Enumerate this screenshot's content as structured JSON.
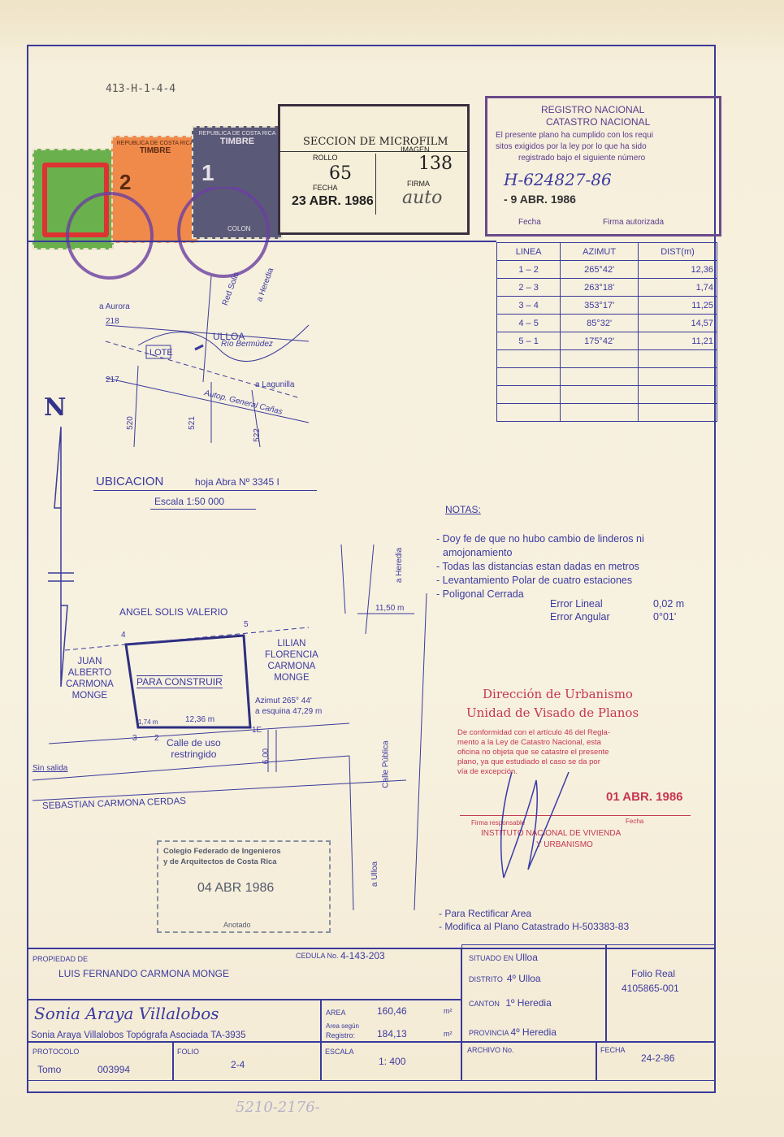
{
  "header_code": "413-H-1-4-4",
  "microfilm": {
    "title": "SECCION DE MICROFILM",
    "rollo_label": "ROLLO",
    "rollo_value": "65",
    "imagen_label": "IMAGEN",
    "imagen_value": "138",
    "fecha_label": "FECHA",
    "fecha_value": "23 ABR. 1986",
    "firma_label": "FIRMA",
    "firma_value": "auto"
  },
  "stamps": {
    "timbre_header": "REPUBLICA DE COSTA RICA",
    "timbre_label": "TIMBRE",
    "timbre_values": [
      "2",
      "1"
    ],
    "colon": "COLON"
  },
  "registro": {
    "title1": "REGISTRO NACIONAL",
    "title2": "CATASTRO NACIONAL",
    "text1": "El presente plano ha cumplido con los requi",
    "text2": "sitos exigidos por la ley por lo que ha sido",
    "text3": "registrado bajo el siguiente número",
    "number": "H-624827-86",
    "date": "- 9 ABR. 1986",
    "fecha_label": "Fecha",
    "firma_label": "Firma autorizada"
  },
  "azimuth_table": {
    "headers": [
      "LINEA",
      "AZIMUT",
      "DIST(m)"
    ],
    "rows": [
      [
        "1 – 2",
        "265°42'",
        "12,36"
      ],
      [
        "2 – 3",
        "263°18'",
        "1,74"
      ],
      [
        "3 – 4",
        "353°17'",
        "11,25"
      ],
      [
        "4 – 5",
        "85°32'",
        "14,57"
      ],
      [
        "5 – 1",
        "175°42'",
        "11,21"
      ],
      [
        "",
        "",
        ""
      ],
      [
        "",
        "",
        ""
      ],
      [
        "",
        "",
        ""
      ],
      [
        "",
        "",
        ""
      ]
    ]
  },
  "location_map": {
    "aurora": "a Aurora",
    "redsolis": "Red Solis",
    "heredia": "a Heredia",
    "ulloa": "ULLOA",
    "lote": "LOTE",
    "rio": "Río Bermúdez",
    "laguna": "a Lagunilla",
    "autop": "Autop. General Cañas",
    "n218": "218",
    "n217": "217",
    "n520": "520",
    "n521": "521",
    "n522": "522"
  },
  "north": "N",
  "ubicacion": {
    "label": "UBICACION",
    "hoja": "hoja Abra Nº 3345 I",
    "escala": "Escala 1:50 000"
  },
  "notas": {
    "title": "NOTAS:",
    "lines": [
      "- Doy fe de que no hubo cambio de linderos ni",
      "  amojonamiento",
      "- Todas las distancias estan dadas en metros",
      "- Levantamiento Polar de cuatro estaciones",
      "- Poligonal Cerrada"
    ],
    "error_lineal_label": "Error Lineal",
    "error_lineal_value": "0,02 m",
    "error_angular_label": "Error Angular",
    "error_angular_value": "0°01'"
  },
  "plan": {
    "north_owner": "ANGEL SOLIS VALERIO",
    "west_owner": [
      "JUAN",
      "ALBERTO",
      "CARMONA",
      "MONGE"
    ],
    "east_owner": [
      "LILIAN",
      "FLORENCIA",
      "CARMONA",
      "MONGE"
    ],
    "lot_label": "PARA CONSTRUIR",
    "p1": "1",
    "p2": "2",
    "p3": "3",
    "p4": "4",
    "p5": "5",
    "d12": "12,36 m",
    "d23": "1,74 m",
    "azimut": "Azimut 265° 44'",
    "esquina": "a esquina 47,29 m",
    "street": [
      "Calle de uso",
      "restringido"
    ],
    "sin_salida": "Sin salida",
    "width": "6,00",
    "heredia": "a Heredia",
    "dist1150": "11,50 m",
    "calle_publica": "Calle Pública",
    "a_ulloa": "a Ulloa",
    "south_owner": "SEBASTIAN CARMONA CERDAS",
    "fm": "1E"
  },
  "urbanismo": {
    "title1": "Dirección de Urbanismo",
    "title2": "Unidad de Visado de Planos",
    "text": [
      "De conformidad con el artículo 46 del Regla-",
      "mento a la Ley de Catastro Nacional, esta",
      "oficina no objeta que se catastre el presente",
      "plano, ya que estudiado el caso se da por",
      "vía de excepción."
    ],
    "date": "01 ABR. 1986",
    "firma_label": "Firma responsable",
    "fecha_label": "Fecha",
    "inst1": "INSTITUTO NACIONAL DE VIVIENDA",
    "inst2": "Y URBANISMO"
  },
  "colegio": {
    "line1": "Colegio Federado de Ingenieros",
    "line2": "y de Arquitectos de Costa Rica",
    "date": "04 ABR 1986",
    "anotado": "Anotado"
  },
  "footer_notes": [
    "- Para Rectificar Area",
    "- Modifica al Plano Catastrado H-503383-83"
  ],
  "footer": {
    "propiedad_label": "PROPIEDAD DE",
    "propiedad_value": "LUIS FERNANDO CARMONA MONGE",
    "cedula_label": "CEDULA No.",
    "cedula_value": "4-143-203",
    "situado_label": "SITUADO EN",
    "situado_value": "Ulloa",
    "distrito_label": "DISTRITO",
    "distrito_value": "4º Ulloa",
    "canton_label": "CANTON",
    "canton_value": "1º Heredia",
    "provincia_label": "PROVINCIA",
    "provincia_value": "4º Heredia",
    "folio_real_label": "Folio Real",
    "folio_real_value": "4105865-001",
    "signature": "Sonia Araya Villalobos",
    "topografa": "Sonia Araya Villalobos Topógrafa Asociada  TA-3935",
    "area_label": "AREA",
    "area_value": "160,46",
    "area_unit": "m²",
    "area_segun_label": "Area según",
    "registro_label": "Registro:",
    "registro_value": "184,13",
    "registro_unit": "m²",
    "protocolo_label": "PROTOCOLO",
    "tomo_label": "Tomo",
    "tomo_value": "003994",
    "folio_label": "FOLIO",
    "folio_value": "2-4",
    "escala_label": "ESCALA",
    "escala_value": "1: 400",
    "archivo_label": "ARCHIVO No.",
    "fecha_label": "FECHA",
    "fecha_value": "24-2-86"
  },
  "bottom_code": "5210-2176-"
}
